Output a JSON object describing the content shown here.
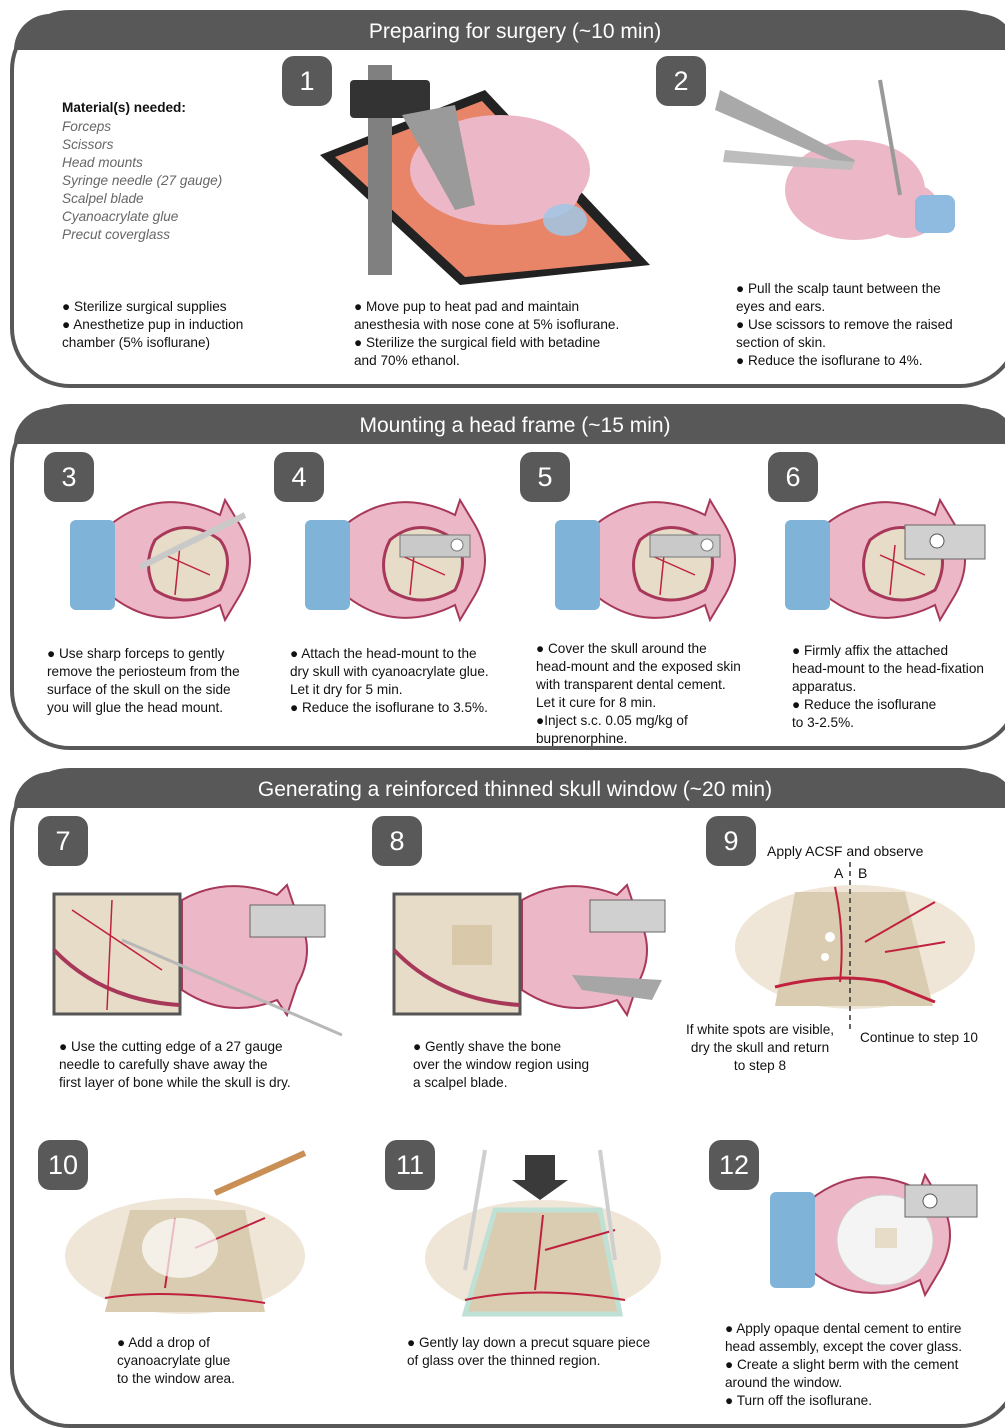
{
  "sections": [
    {
      "title": "Preparing for surgery (~10 min)"
    },
    {
      "title": "Mounting a head frame (~15 min)"
    },
    {
      "title": "Generating a reinforced thinned skull window (~20 min)"
    }
  ],
  "materials": {
    "title": "Material(s) needed:",
    "items": [
      "Forceps",
      "Scissors",
      "Head mounts",
      "Syringe needle (27 gauge)",
      "Scalpel blade",
      "Cyanoacrylate glue",
      "Precut coverglass"
    ]
  },
  "steps": {
    "s0": {
      "lines": [
        "● Sterilize surgical supplies",
        "● Anesthetize pup in induction",
        " chamber (5% isoflurane)"
      ]
    },
    "s1": {
      "number": "1",
      "lines": [
        "● Move pup to heat pad and maintain",
        "anesthesia with nose cone at 5% isoflurane.",
        "● Sterilize the surgical field with betadine",
        "and 70% ethanol."
      ]
    },
    "s2": {
      "number": "2",
      "lines": [
        "● Pull the scalp taunt between the",
        "eyes and ears.",
        "● Use scissors to remove the raised",
        "section of skin.",
        "● Reduce the isoflurane to 4%."
      ]
    },
    "s3": {
      "number": "3",
      "lines": [
        "● Use sharp forceps to gently",
        "remove the periosteum from the",
        "surface of the skull on the side",
        "you will glue the head mount."
      ]
    },
    "s4": {
      "number": "4",
      "lines": [
        "● Attach the head-mount to the",
        "dry skull with cyanoacrylate glue.",
        "Let it dry for 5 min.",
        "● Reduce the isoflurane to 3.5%."
      ]
    },
    "s5": {
      "number": "5",
      "lines": [
        "● Cover the skull around the",
        "head-mount and the exposed skin",
        "with transparent dental cement.",
        "Let it cure for 8 min.",
        "●Inject s.c. 0.05 mg/kg of",
        "buprenorphine."
      ]
    },
    "s6": {
      "number": "6",
      "lines": [
        "● Firmly affix the attached",
        "head-mount to the head-fixation",
        "apparatus.",
        "● Reduce the isoflurane",
        "to 3-2.5%."
      ]
    },
    "s7": {
      "number": "7",
      "lines": [
        "● Use the cutting edge of a 27 gauge",
        "needle to carefully shave away the",
        "first layer of bone while the skull is dry."
      ]
    },
    "s8": {
      "number": "8",
      "lines": [
        "● Gently shave the bone",
        "over the window region using",
        "a scalpel blade."
      ]
    },
    "s9": {
      "number": "9",
      "heading": "Apply ACSF and observe",
      "label_a": "A",
      "label_b": "B",
      "left_lines": [
        "If white spots are visible,",
        "dry the skull and return",
        "to step 8"
      ],
      "right": "Continue to step 10"
    },
    "s10": {
      "number": "10",
      "lines": [
        "● Add a drop of",
        "cyanoacrylate glue",
        "to the window area."
      ]
    },
    "s11": {
      "number": "11",
      "lines": [
        "● Gently lay down a precut square piece",
        "of glass over the thinned region."
      ]
    },
    "s12": {
      "number": "12",
      "lines": [
        "● Apply opaque dental cement to entire",
        "head assembly, except the cover glass.",
        "● Create a slight berm with the cement",
        "around the window.",
        "● Turn off the isoflurane."
      ]
    }
  },
  "colors": {
    "header": "#585858",
    "skin": "#ecb7c6",
    "skin_dark": "#a8385a",
    "vessel": "#c0213f",
    "bone": "#e6dcc8",
    "nosecone": "#7fb3d8",
    "heatpad": "#e88467"
  }
}
